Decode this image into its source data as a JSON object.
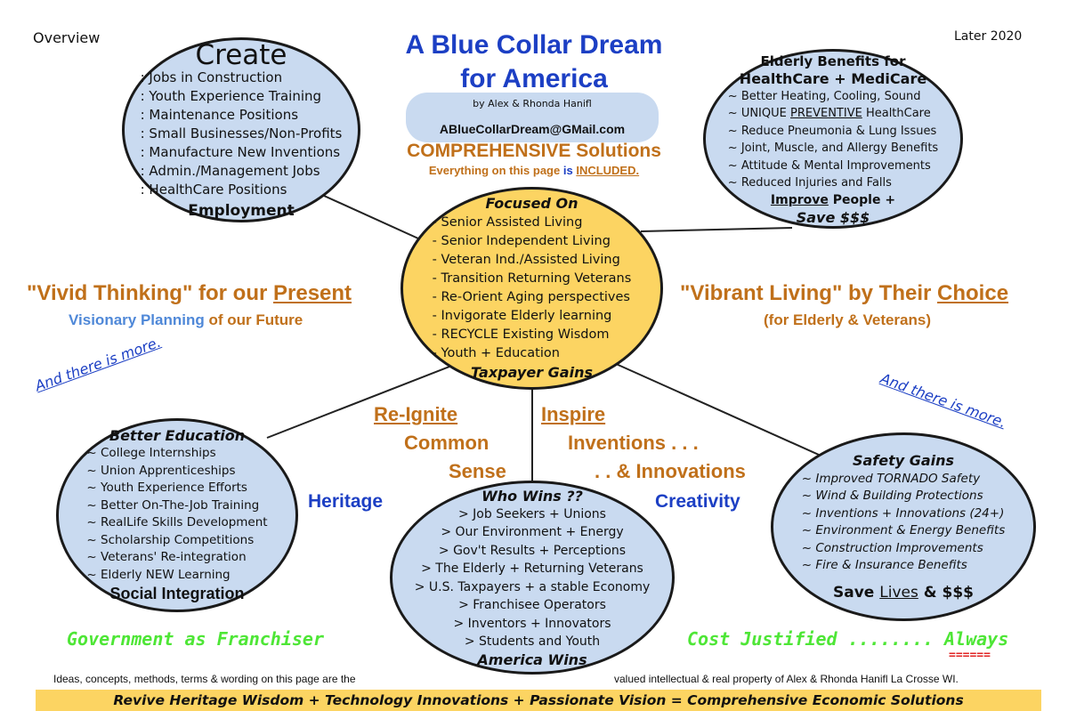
{
  "corner": {
    "left": "Overview",
    "right": "Later  2020"
  },
  "title": {
    "line1": "A Blue Collar Dream",
    "line2": "for America",
    "byline": "by  Alex & Rhonda Hanifl",
    "email": "ABlueCollarDream@GMail.com",
    "solutions": "COMPREHENSIVE  Solutions",
    "included_prefix": "Everything on this page",
    "included_is": "is",
    "included_word": "INCLUDED."
  },
  "create": {
    "title": "Create",
    "items": [
      ": Jobs in Construction",
      ": Youth Experience Training",
      ": Maintenance Positions",
      ": Small Businesses/Non-Profits",
      ": Manufacture New Inventions",
      ": Admin./Management Jobs",
      ": HealthCare Positions"
    ],
    "footer": "Employment"
  },
  "elderly": {
    "title1": "Elderly Benefits for",
    "title2": "HealthCare + MediCare",
    "items": [
      "~ Better Heating, Cooling, Sound",
      "~ Reduce Pneumonia & Lung Issues",
      "~ Joint, Muscle, and Allergy Benefits",
      "~ Attitude & Mental Improvements",
      "~ Reduced Injuries and Falls"
    ],
    "unique_prefix": "~ UNIQUE",
    "unique_word": "PREVENTIVE",
    "unique_suffix": "HealthCare",
    "improve_word": "Improve",
    "improve_rest": "People +",
    "save": "Save $$$"
  },
  "center": {
    "title": "Focused On",
    "items": [
      "- Senior Assisted Living",
      "- Senior Independent Living",
      "- Veteran Ind./Assisted Living",
      "- Transition Returning Veterans",
      "- Re-Orient Aging perspectives",
      "- Invigorate Elderly learning",
      "- RECYCLE Existing Wisdom",
      "- Youth + Education"
    ],
    "footer": "Taxpayer Gains"
  },
  "vivid": {
    "prefix": "\"Vivid Thinking\" for our",
    "word": "Present",
    "sub_blue": "Visionary Planning",
    "sub_rest": "of our Future"
  },
  "vibrant": {
    "prefix": "\"Vibrant Living\" by Their",
    "word": "Choice",
    "sub": "(for Elderly & Veterans)"
  },
  "more_left": "And there is more.",
  "more_right": "And there is more.",
  "reignite": {
    "word": "Re-Ignite",
    "line2": "Common",
    "line3": "Sense"
  },
  "inspire": {
    "word": "Inspire",
    "line2": "Inventions . . .",
    "line3": ". . & Innovations"
  },
  "heritage": "Heritage",
  "creativity": "Creativity",
  "education": {
    "title": "Better  Education",
    "items": [
      "~ College Internships",
      "~ Union Apprenticeships",
      "~ Youth Experience Efforts",
      "~ Better On-The-Job Training",
      "~ RealLife Skills Development",
      "~ Scholarship Competitions",
      "~ Veterans' Re-integration",
      "~ Elderly NEW Learning"
    ],
    "footer": "Social Integration"
  },
  "whowins": {
    "title": "Who Wins ??",
    "items": [
      ">  Job Seekers + Unions",
      ">  Our Environment + Energy",
      ">  Gov't Results + Perceptions",
      ">  The Elderly + Returning Veterans",
      ">  U.S. Taxpayers + a stable Economy",
      ">  Franchisee Operators",
      ">  Inventors + Innovators",
      ">  Students and Youth"
    ],
    "footer": "America Wins"
  },
  "safety": {
    "title": "Safety Gains",
    "items": [
      "~ Improved TORNADO Safety",
      "~ Wind & Building Protections",
      "~ Inventions + Innovations (24+)",
      "~ Environment & Energy Benefits",
      "~ Construction Improvements",
      "~ Fire & Insurance Benefits"
    ],
    "save_prefix": "Save",
    "save_word": "Lives",
    "save_suffix": "& $$$"
  },
  "gov_franchiser": "Government as Franchiser",
  "cost_justified": "Cost Justified ........  Always",
  "equals_mark": "======",
  "footnote_left": "Ideas, concepts, methods, terms & wording on this page are the",
  "footnote_right": "valued intellectual & real property of Alex & Rhonda Hanifl La Crosse WI.",
  "bottom_banner": "Revive Heritage Wisdom + Technology Innovations + Passionate Vision = Comprehensive Economic Solutions",
  "colors": {
    "oval_blue": "#c9daf0",
    "center_yellow": "#fcd462",
    "orange": "#c0701a",
    "blue": "#1c3fc4",
    "green": "#4ee636",
    "banner": "#fcd462",
    "email_pill": "#c9daf0",
    "red_mark": "#e02020"
  }
}
